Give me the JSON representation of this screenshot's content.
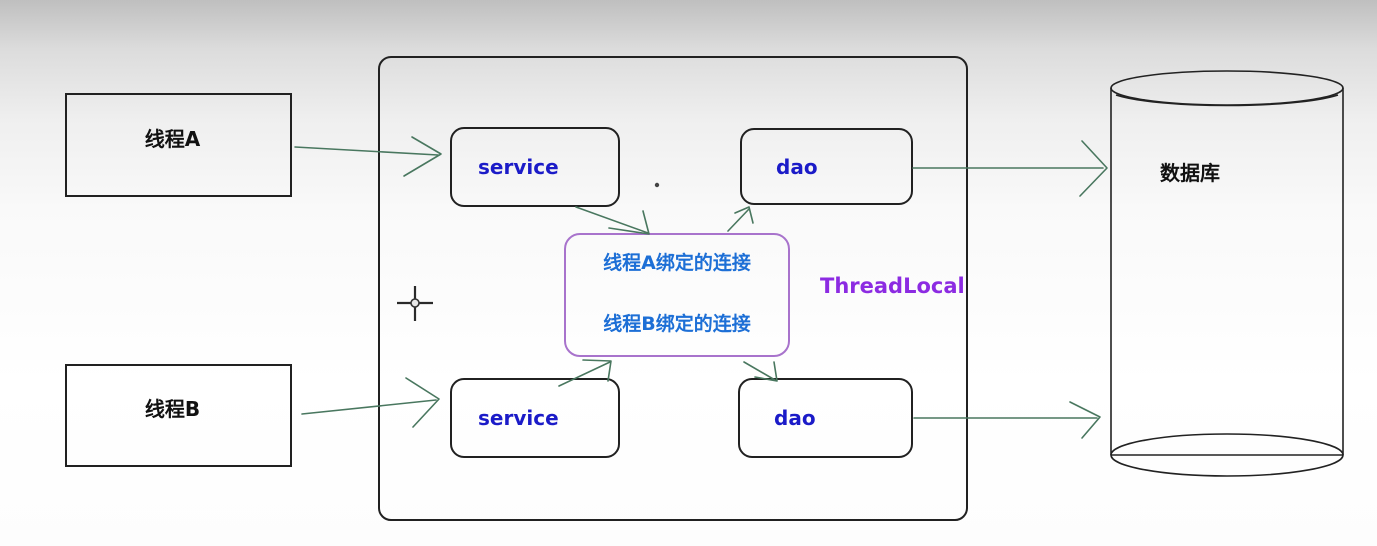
{
  "diagram": {
    "thread_a": "线程A",
    "thread_b": "线程B",
    "service_top": "service",
    "service_bottom": "service",
    "dao_top": "dao",
    "dao_bottom": "dao",
    "connection_a": "线程A绑定的连接",
    "connection_b": "线程B绑定的连接",
    "threadlocal_label": "ThreadLocal",
    "database": "数据库"
  },
  "colors": {
    "bg_top": "#bfbfbf",
    "bg_mid": "#f9f9f9",
    "bg_bottom": "#fdfdfd",
    "box_border": "#212121",
    "thread_text": "#111111",
    "node_text": "#1b1bc8",
    "conn_border": "#a873cc",
    "conn_text": "#1d6fd6",
    "threadlocal_text": "#8c2be2",
    "db_text": "#111111",
    "arrow": "#49775f"
  }
}
